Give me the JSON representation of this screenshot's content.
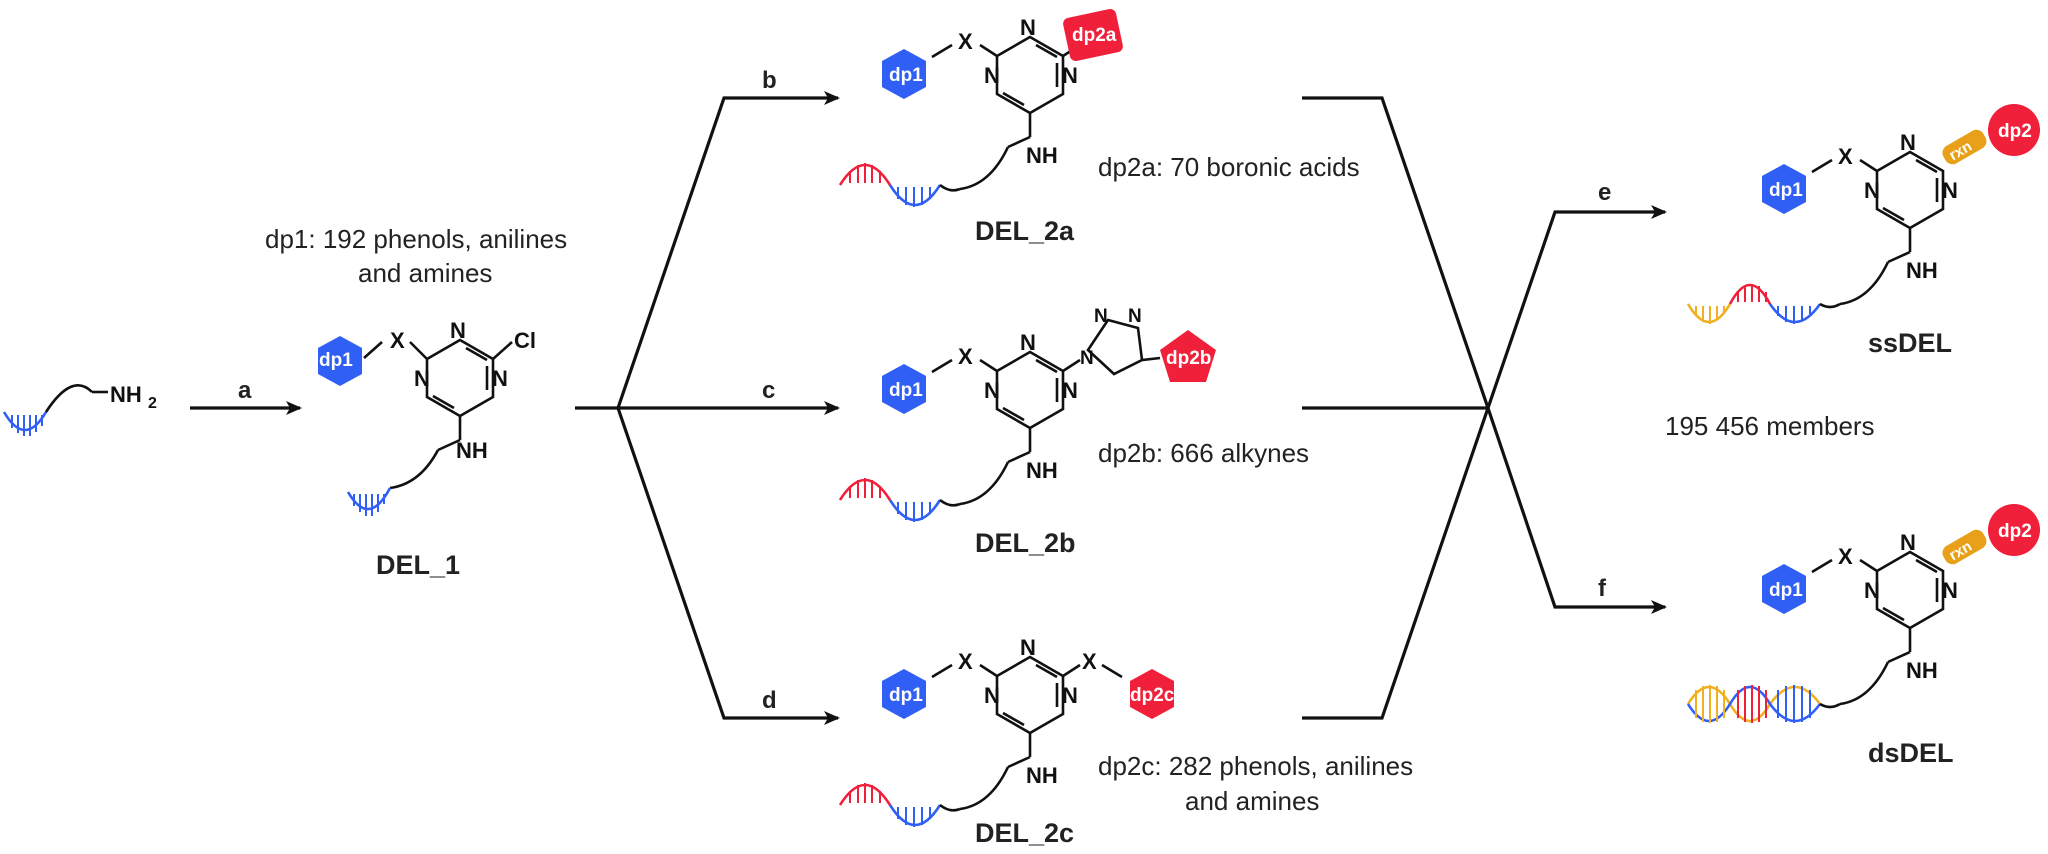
{
  "steps": {
    "a": "a",
    "b": "b",
    "c": "c",
    "d": "d",
    "e": "e",
    "f": "f"
  },
  "start": {
    "nh2": "NH",
    "sub": "2"
  },
  "del1": {
    "caption_line1": "dp1: 192 phenols, anilines",
    "caption_line2": "and amines",
    "name": "DEL_1",
    "dp": "dp1",
    "x": "X",
    "cl": "Cl",
    "n": "N",
    "nh": "NH"
  },
  "del2a": {
    "name": "DEL_2a",
    "dp1": "dp1",
    "dp2": "dp2a",
    "caption": "dp2a: 70 boronic acids"
  },
  "del2b": {
    "name": "DEL_2b",
    "dp1": "dp1",
    "dp2": "dp2b",
    "caption": "dp2b: 666 alkynes"
  },
  "del2c": {
    "name": "DEL_2c",
    "dp1": "dp1",
    "dp2": "dp2c",
    "caption_line1": "dp2c: 282 phenols, anilines",
    "caption_line2": "and amines"
  },
  "ssdel": {
    "name": "ssDEL",
    "dp1": "dp1",
    "dp2": "dp2",
    "rxn": "rxn"
  },
  "dsdel": {
    "name": "dsDEL",
    "dp1": "dp1",
    "dp2": "dp2",
    "rxn": "rxn"
  },
  "members": "195 456 members",
  "colors": {
    "blue": "#2f5ff5",
    "red": "#f0203a",
    "yellow": "#f0b020",
    "orange": "#e8a018"
  }
}
